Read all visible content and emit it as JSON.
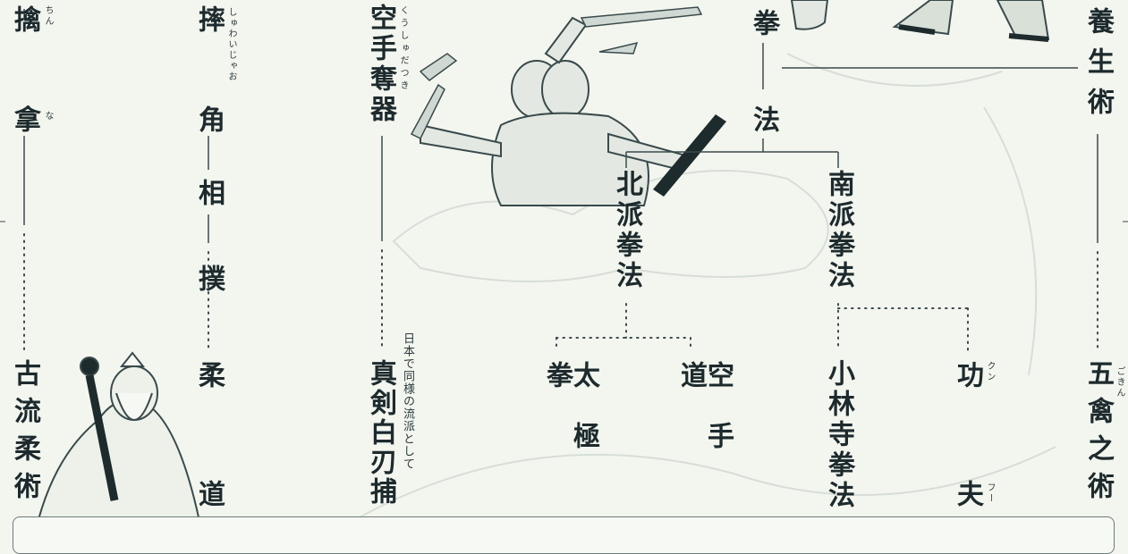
{
  "terms": {
    "qinna_1": "擒",
    "qinna_2": "拿",
    "kory_jujutsu": "古流柔術",
    "shuaijiao_1": "摔",
    "shuaijiao_2": "角",
    "sumo_1": "相",
    "sumo_2": "撲",
    "judo_1": "柔",
    "judo_2": "道",
    "kongshou_duoqi": "空手奪器",
    "shinken_shiraha_dori": "真剣白刃捕",
    "kenpo_1": "拳",
    "kenpo_2": "法",
    "yangsheng_shu": "養生術",
    "wuqinzhi_shu": "五禽之術",
    "northern_kenpo": "北派拳法",
    "southern_kenpo": "南派拳法",
    "taikyoku_ken": "太極拳",
    "karate_do": "空手道",
    "shaolin_kenpo": "小林寺拳法",
    "kungfu_1": "功",
    "kungfu_2": "夫"
  },
  "ruby": {
    "chin": "ちん",
    "na": "な",
    "shuwaijao": "しゅわいじゃお",
    "kuushuudatsuki": "くうしゅだつき",
    "kun": "クン",
    "fuu": "フー",
    "gokin": "ごきん"
  },
  "note": "日本で同様の流派として",
  "colors": {
    "ink": "#1d2a2d",
    "line": "#3b4a4c",
    "background": "#f3f6ef"
  }
}
